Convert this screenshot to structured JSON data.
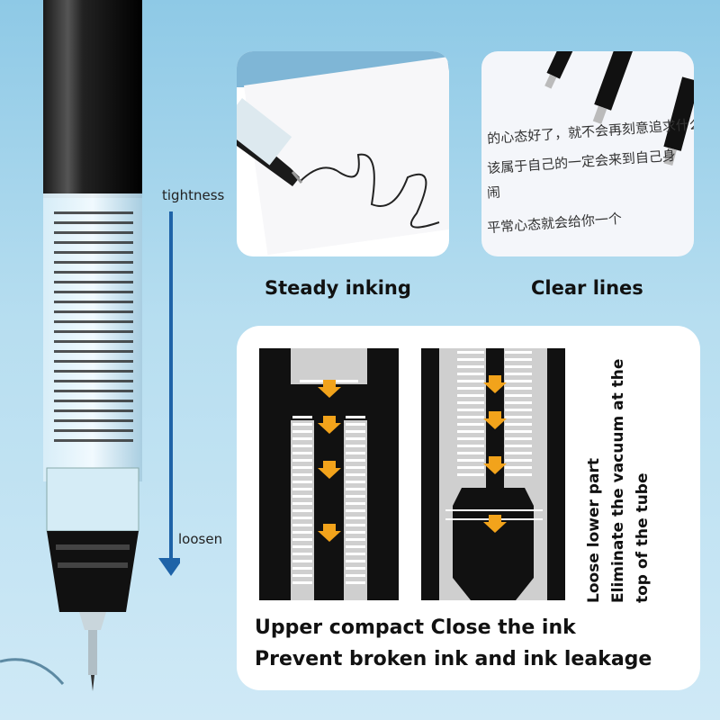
{
  "pen_labels": {
    "tightness": "tightness",
    "loosen": "loosen"
  },
  "captions": {
    "left": "Steady inking",
    "right": "Clear lines"
  },
  "diagram": {
    "side_text_1": "Loose lower part",
    "side_text_2": "Eliminate the vacuum at the",
    "side_text_3": "top of the tube",
    "bottom_line_1": "Upper compact Close the ink",
    "bottom_line_2": "Prevent broken ink and ink leakage"
  },
  "handwriting": {
    "line1": "的心态好了，就不会再刻意追求什么",
    "line2": "该属于自己的一定会来到自己身",
    "line3": "闹",
    "line4": "平常心态就会给你一个"
  },
  "colors": {
    "background": "#a9d6ee",
    "arrow_blue": "#1e63a8",
    "arrow_orange": "#f2a31b",
    "pen_black": "#111111"
  }
}
